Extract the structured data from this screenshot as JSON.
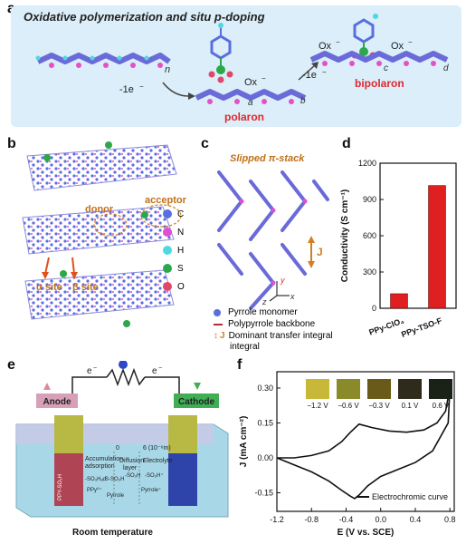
{
  "panels": {
    "a": {
      "label": "a",
      "title": "Oxidative polymerization and situ p-doping",
      "step1": "-1e",
      "step2": "-1e",
      "ox1": "Ox",
      "ox2": "Ox",
      "ox3": "Ox",
      "polaron": "polaron",
      "bipolaron": "bipolaron",
      "n": "n",
      "a": "a",
      "b": "b",
      "c": "c",
      "d": "d",
      "colors": {
        "bg": "#d9ecf8",
        "polaron": "#e0282e",
        "ring": "#6a6ad8",
        "atom": "#e64fc8"
      }
    },
    "b": {
      "label": "b",
      "acceptor": "acceptor",
      "donor": "donor",
      "alpha": "α site",
      "beta": "β site",
      "legend": [
        {
          "sym": "C",
          "color": "#5a6ee0"
        },
        {
          "sym": "N",
          "color": "#e04fd0"
        },
        {
          "sym": "H",
          "color": "#4fd8e0"
        },
        {
          "sym": "S",
          "color": "#2aa84a"
        },
        {
          "sym": "O",
          "color": "#e0486a"
        }
      ]
    },
    "c": {
      "label": "c",
      "title": "Slipped π-stack",
      "j": "J",
      "axes": {
        "x": "x",
        "y": "y",
        "z": "z"
      },
      "legend": [
        {
          "text": "Pyrrole monomer",
          "icon": "pyrrole-monomer-icon"
        },
        {
          "text": "Polypyrrole backbone",
          "icon": "backbone-line-icon"
        },
        {
          "text": "Dominant transfer integral",
          "icon": "double-arrow-icon"
        }
      ],
      "legend_j": "J"
    },
    "e": {
      "label": "e",
      "electron_left": "e",
      "electron_right": "e",
      "anode": "Anode",
      "cathode": "Cathode",
      "scale_0": "0",
      "scale_6": "6 (10⁻⁶m)",
      "accumulation": "Accumulation",
      "adsorption": "adsorption",
      "diffusion": "Diffusion",
      "layer": "layer",
      "electrolyte": "Electrolyte",
      "left_electrode": "PPY-SO₃H",
      "left_eq": "-SO₃Hₐd",
      "sh": "S-SO₃H",
      "so3h": "-SO₃H",
      "so3h_plus": "-SO₃H⁺",
      "ppy": "PPy⁰⁺",
      "pyrrole_bot": "Pyrrole",
      "pyrrole_plus": "Pyrrole⁺",
      "caption": "Room temperature",
      "colors": {
        "anode": "#d8a0b8",
        "cathode": "#3fae55",
        "electrolyte": "#a8d8e8"
      }
    },
    "f": {
      "label": "f",
      "swatches": [
        {
          "label": "−1.2 V",
          "color": "#c8b83a"
        },
        {
          "label": "−0.6 V",
          "color": "#8a8a2a"
        },
        {
          "label": "−0.3 V",
          "color": "#6a5a1a"
        },
        {
          "label": "0.1 V",
          "color": "#2e2a1c"
        },
        {
          "label": "0.6 V",
          "color": "#1a2218"
        }
      ],
      "legend": "Electrochromic curve"
    }
  },
  "chart_data": [
    {
      "type": "bar",
      "panel": "d",
      "categories": [
        "PPy-ClO₄",
        "PPy-TSO-F"
      ],
      "values": [
        120,
        1015
      ],
      "ylabel": "Conductivity (S cm⁻¹)",
      "ylim": [
        0,
        1200
      ],
      "yticks": [
        0,
        300,
        600,
        900,
        1200
      ],
      "bar_color": "#e02020",
      "grid": false
    },
    {
      "type": "line",
      "panel": "f",
      "xlabel": "E (V vs. SCE)",
      "ylabel": "J (mA cm⁻²)",
      "xlim": [
        -1.2,
        0.85
      ],
      "ylim": [
        -0.23,
        0.37
      ],
      "xticks": [
        -1.2,
        -0.8,
        -0.4,
        0.0,
        0.4,
        0.8
      ],
      "yticks": [
        -0.15,
        0.0,
        0.15,
        0.3
      ],
      "series": [
        {
          "name": "Electrochromic curve",
          "x": [
            -1.2,
            -1.0,
            -0.8,
            -0.6,
            -0.45,
            -0.35,
            -0.25,
            -0.1,
            0.1,
            0.3,
            0.5,
            0.65,
            0.75,
            0.8,
            0.78,
            0.6,
            0.4,
            0.2,
            0.0,
            -0.15,
            -0.25,
            -0.3,
            -0.35,
            -0.45,
            -0.6,
            -0.8,
            -1.0,
            -1.2
          ],
          "y": [
            0.0,
            0.0,
            0.01,
            0.03,
            0.07,
            0.11,
            0.145,
            0.13,
            0.115,
            0.11,
            0.12,
            0.15,
            0.2,
            0.3,
            0.15,
            0.03,
            -0.02,
            -0.05,
            -0.08,
            -0.12,
            -0.16,
            -0.175,
            -0.165,
            -0.14,
            -0.1,
            -0.06,
            -0.03,
            0.0
          ]
        }
      ]
    }
  ]
}
